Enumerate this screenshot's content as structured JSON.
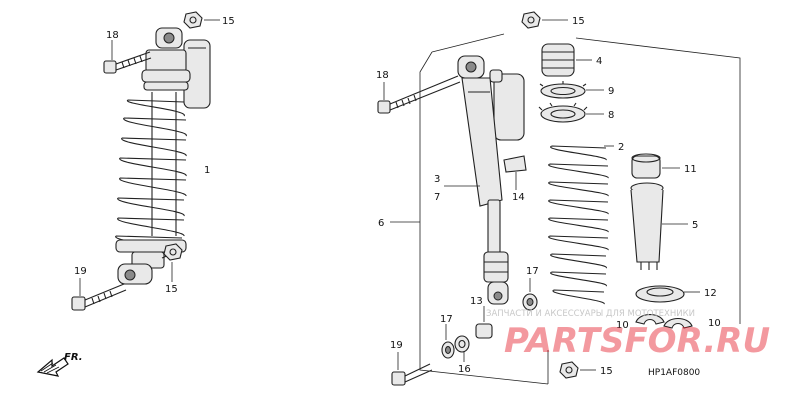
{
  "diagram": {
    "code": "HP1AF0800",
    "direction_label": "FR.",
    "watermark": {
      "tagline": "ЗАПЧАСТИ И АКСЕССУАРЫ ДЛЯ МОТОТЕХНИКИ",
      "brand": "PARTSFOR.RU"
    },
    "callouts": {
      "c1": "1",
      "c2": "2",
      "c3": "3",
      "c4": "4",
      "c5": "5",
      "c6": "6",
      "c7": "7",
      "c8": "8",
      "c9": "9",
      "c10a": "10",
      "c10b": "10",
      "c11": "11",
      "c12": "12",
      "c13": "13",
      "c14": "14",
      "c15a": "15",
      "c15b": "15",
      "c15c": "15",
      "c15d": "15",
      "c16": "16",
      "c17a": "17",
      "c17b": "17",
      "c18a": "18",
      "c18b": "18",
      "c19a": "19",
      "c19b": "19"
    }
  }
}
